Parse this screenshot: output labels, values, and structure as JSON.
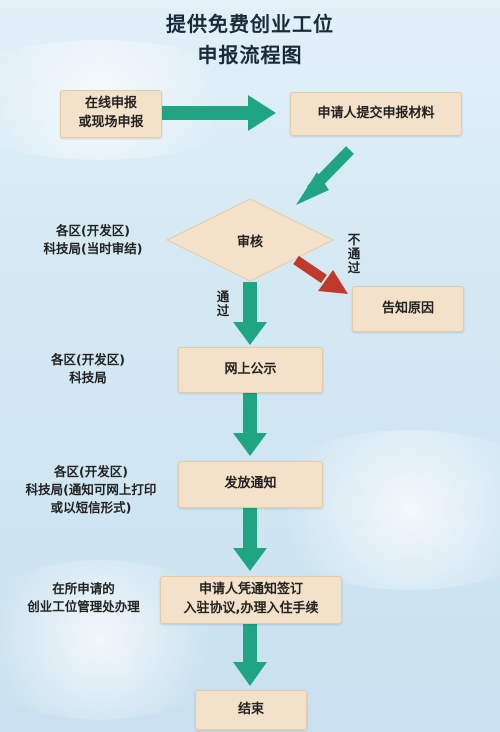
{
  "title": {
    "line1": "提供免费创业工位",
    "line2": "申报流程图"
  },
  "boxes": {
    "apply": {
      "line1": "在线申报",
      "line2": "或现场申报"
    },
    "submit": "申请人提交申报材料",
    "review": "审核",
    "reason": "告知原因",
    "publicity": "网上公示",
    "notice": "发放通知",
    "sign": {
      "line1": "申请人凭通知签订",
      "line2": "入驻协议,办理入住手续"
    },
    "end": "结束"
  },
  "side_labels": {
    "review": {
      "line1": "各区(开发区)",
      "line2": "科技局(当时审结)"
    },
    "publicity": {
      "line1": "各区(开发区)",
      "line2": "科技局"
    },
    "notice": {
      "line1": "各区(开发区)",
      "line2": "科技局(通知可网上打印",
      "line3": "或以短信形式)"
    },
    "sign": {
      "line1": "在所申请的",
      "line2": "创业工位管理处办理"
    }
  },
  "branch_labels": {
    "pass": "通过",
    "fail": "不通过"
  },
  "colors": {
    "arrow_green": "#1fa584",
    "arrow_red": "#c0392b",
    "box_fill": "#f4e1c9"
  }
}
